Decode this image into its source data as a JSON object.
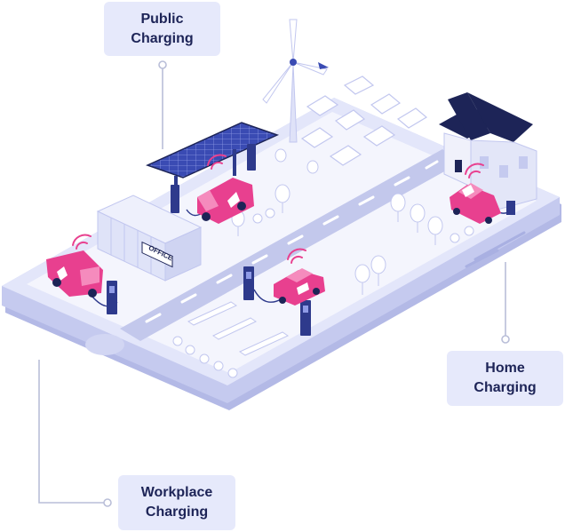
{
  "callouts": {
    "public": {
      "label": "Public\nCharging"
    },
    "home": {
      "label": "Home\nCharging"
    },
    "workplace": {
      "label": "Workplace\nCharging"
    }
  },
  "office_sign": "OFFICE",
  "colors": {
    "phone_body": "#e3e6fa",
    "phone_edge": "#c5caef",
    "phone_shadow": "#b3b9e6",
    "ground": "#f4f5fd",
    "road": "#c3c8ec",
    "road_marking": "#ffffff",
    "vehicle": "#e8408f",
    "vehicle_light": "#f58bbd",
    "charger": "#2e3a8c",
    "navy": "#1d2457",
    "solar": "#3a4bb3",
    "callout_bg": "#e6e9fb",
    "connector_line": "#b9bed8"
  },
  "icons": [
    "wifi-signal-icon",
    "charging-arrow-icon"
  ]
}
